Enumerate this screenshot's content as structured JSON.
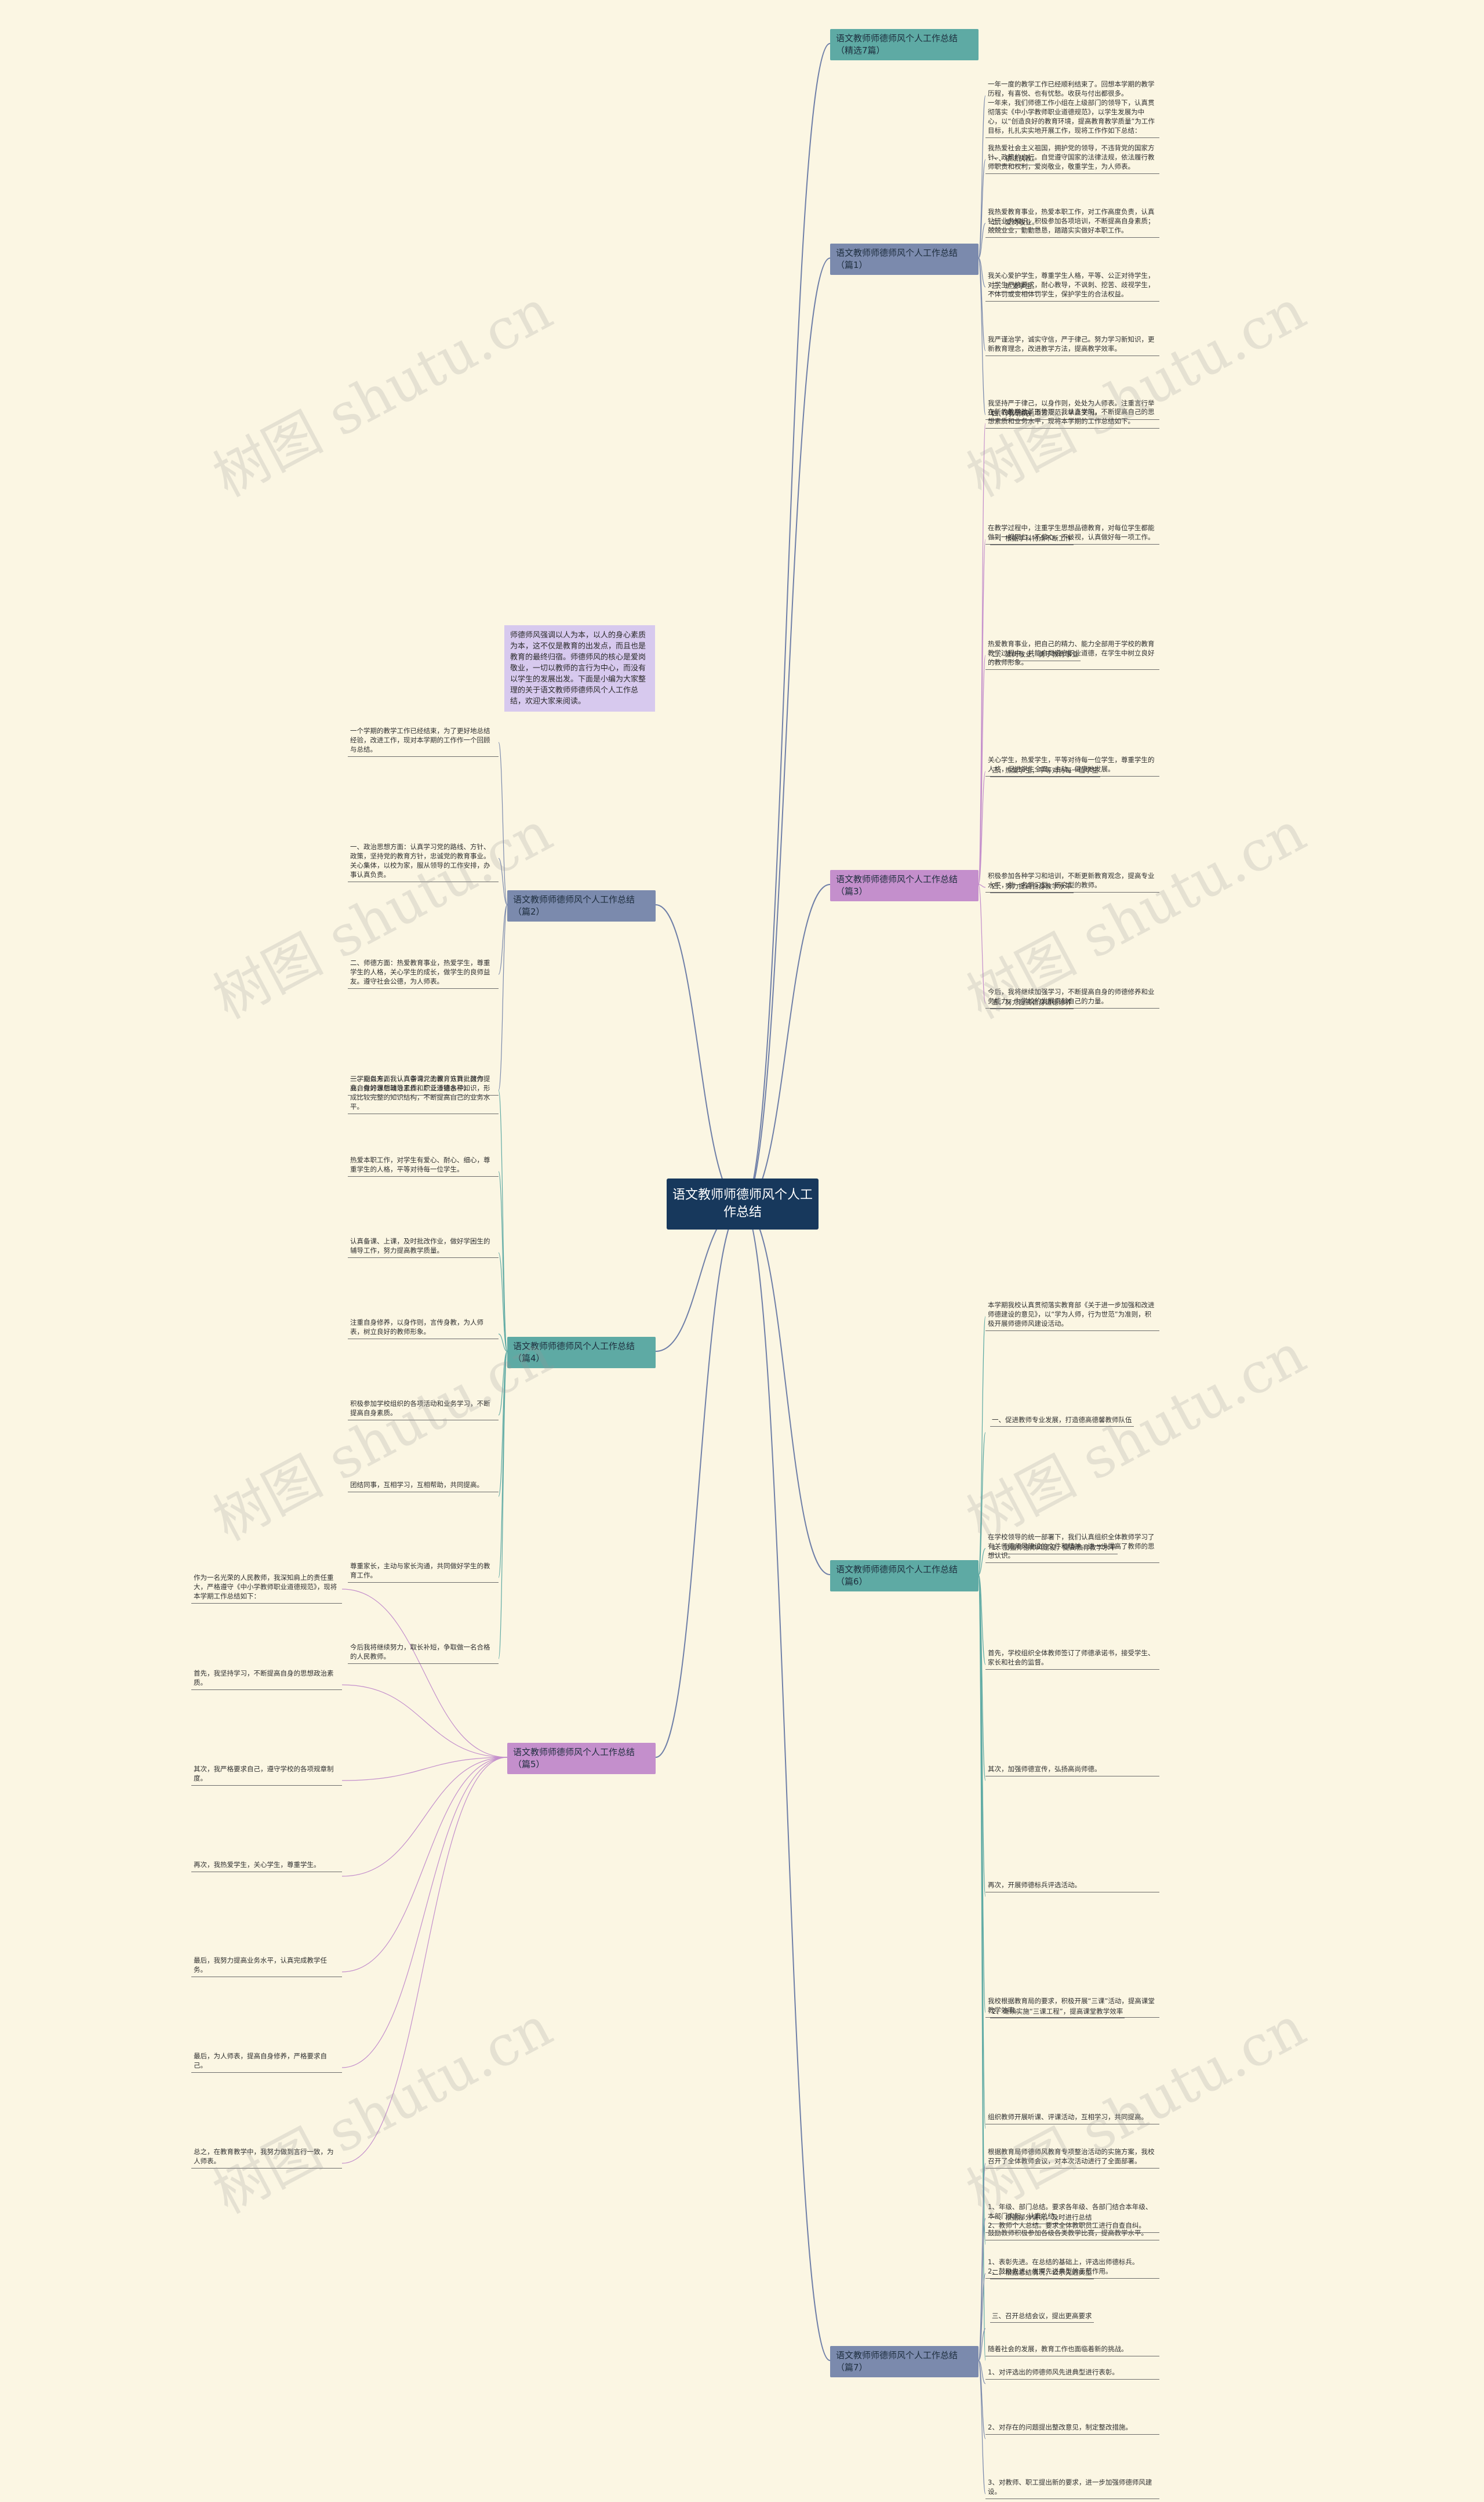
{
  "root": "语文教师师德师风个人工作总结",
  "watermark": "树图 shutu.cn",
  "colors": {
    "teal": "#5eaaa4",
    "slate": "#7b8aad",
    "purple": "#c48fcc",
    "link": "#6f7fa8",
    "root": "#17385c",
    "intro": "#d7c9ee"
  },
  "branches": [
    {
      "title": "语文教师师德师风个人工作总结（精选7篇）"
    },
    {
      "title": "语文教师师德师风个人工作总结（篇1）",
      "items": [
        {
          "label": "",
          "text": "一年一度的教学工作已经顺利结束了。回想本学期的教学历程，有喜悦、也有忧愁。收获与付出都很多。\n一年来，我们师德工作小组在上级部门的领导下，认真贯彻落实《中小学教师职业道德规范》，以学生发展为中心，以“创造良好的教育环境，提高教育教学质量”为工作目标，扎扎实实地开展工作，现将工作作如下总结："
        },
        {
          "label": "一、依法执教。",
          "text": "我热爱社会主义祖国，拥护党的领导，不违背党的国家方针、政策的言行。自觉遵守国家的法律法规，依法履行教师职责和权利，爱岗敬业，敬重学生，为人师表。"
        },
        {
          "label": "二、爱岗敬业。",
          "text": "我热爱教育事业，热爱本职工作，对工作高度负责，认真钻研业务知识，积极参加各项培训，不断提高自身素质；兢兢业业，勤勤恳恳，踏踏实实做好本职工作。"
        },
        {
          "label": "三、热爱学生。",
          "text": "我关心爱护学生，尊重学生人格，平等、公正对待学生，对学生严格要求，耐心教导，不讽刺、挖苦、歧视学生，不体罚或变相体罚学生，保护学生的合法权益。"
        },
        {
          "label": "",
          "text": "我严谨治学，诚实守信，严于律己。努力学习新知识，更新教育理念，改进教学方法，提高教学效率。"
        },
        {
          "label": "四、为人师表。",
          "text": "我坚持严于律己，以身作则，处处为人师表。注重言行举止，衣着整洁，语言规范，举止文明。"
        }
      ]
    },
    {
      "title": "语文教师师德师风个人工作总结（篇2）",
      "items": [
        {
          "label": "",
          "text": "一个学期的教学工作已经结束，为了更好地总结经验，改进工作，现对本学期的工作作一个回顾与总结。"
        },
        {
          "label": "",
          "text": "一、政治思想方面：认真学习党的路线、方针、政策，坚持党的教育方针，忠诚党的教育事业。关心集体，以校为家，服从领导的工作安排，办事认真负责。"
        },
        {
          "label": "",
          "text": "二、师德方面：热爱教育事业，热爱学生，尊重学生的人格，关心学生的成长，做学生的良师益友。遵守社会公德，为人师表。"
        },
        {
          "label": "",
          "text": "三、业务方面：认真备课、上课，认真批改作业，做好课后辅导工作，广泛涉猎各种知识，形成比较完整的知识结构，不断提高自己的业务水平。"
        }
      ]
    },
    {
      "title": "语文教师师德师风个人工作总结（篇3）",
      "items": [
        {
          "label": "",
          "text": "在新的教学改革形势下，我认真学习，不断提高自己的思想素质和业务水平，现将本学期的工作总结如下。"
        },
        {
          "label": "一、根据学科特点不断工作",
          "text": "在教学过程中，注重学生思想品德教育，对每位学生都能做到一视同仁，不偏心，不歧视，认真做好每一项工作。"
        },
        {
          "label": "二、爱岗敬业，勇于教育事业",
          "text": "热爱教育事业，把自己的精力、能力全部用于学校的教育教学过程中，并能自觉遵守职业道德，在学生中树立良好的教师形象。"
        },
        {
          "label": "三、热爱学生，平等对待每一位学生",
          "text": "关心学生，热爱学生，平等对待每一位学生，尊重学生的人格，促进学生全面、主动、健康地发展。"
        },
        {
          "label": "四、努力提高自身教学水平",
          "text": "积极参加各种学习和培训，不断更新教育观念，提高专业水平，做一名学习型、研究型的教师。"
        },
        {
          "label": "五、努力提高自身道德修养",
          "text": "今后，我将继续加强学习，不断提高自身的师德修养和业务能力，为学校的发展贡献自己的力量。"
        }
      ]
    },
    {
      "title": "语文教师师德师风个人工作总结（篇4）",
      "items": [
        {
          "label": "",
          "text": "一学期以来，我认真学习党的教育方针，努力提高自身的思想政治素质和职业道德水平。"
        },
        {
          "label": "",
          "text": "热爱本职工作，对学生有爱心、耐心、细心，尊重学生的人格，平等对待每一位学生。"
        },
        {
          "label": "",
          "text": "认真备课、上课，及时批改作业，做好学困生的辅导工作，努力提高教学质量。"
        },
        {
          "label": "",
          "text": "注重自身修养，以身作则，言传身教，为人师表，树立良好的教师形象。"
        },
        {
          "label": "",
          "text": "积极参加学校组织的各项活动和业务学习，不断提高自身素质。"
        },
        {
          "label": "",
          "text": "团结同事，互相学习，互相帮助，共同提高。"
        },
        {
          "label": "",
          "text": "尊重家长，主动与家长沟通，共同做好学生的教育工作。"
        },
        {
          "label": "",
          "text": "今后我将继续努力，取长补短，争取做一名合格的人民教师。"
        }
      ]
    },
    {
      "title": "语文教师师德师风个人工作总结（篇5）",
      "items": [
        {
          "label": "",
          "text": "作为一名光荣的人民教师，我深知肩上的责任重大，严格遵守《中小学教师职业道德规范》，现将本学期工作总结如下："
        },
        {
          "label": "",
          "text": "首先，我坚持学习，不断提高自身的思想政治素质。"
        },
        {
          "label": "",
          "text": "其次，我严格要求自己，遵守学校的各项规章制度。"
        },
        {
          "label": "",
          "text": "再次，我热爱学生，关心学生，尊重学生。"
        },
        {
          "label": "",
          "text": "最后，我努力提高业务水平，认真完成教学任务。"
        },
        {
          "label": "",
          "text": "最后，为人师表，提高自身修养，严格要求自己。"
        },
        {
          "label": "",
          "text": "总之，在教育教学中，我努力做到言行一致，为人师表。"
        }
      ]
    },
    {
      "title": "语文教师师德师风个人工作总结（篇6）",
      "items": [
        {
          "label": "",
          "text": "本学期我校认真贯彻落实教育部《关于进一步加强和改进师德建设的意见》，以“学为人师，行为世范”为准则，积极开展师德师风建设活动。"
        },
        {
          "label": "一、促进教师专业发展，打造德高德馨教师队伍",
          "text": ""
        },
        {
          "label": "1、加强师德师风建设，提高教育教学水平",
          "text": "在学校领导的统一部署下，我们认真组织全体教师学习了有关师德师风建设的文件和精神，进一步提高了教师的思想认识。"
        },
        {
          "label": "",
          "text": "首先，学校组织全体教师签订了师德承诺书，接受学生、家长和社会的监督。"
        },
        {
          "label": "",
          "text": "其次，加强师德宣传，弘扬高尚师德。"
        },
        {
          "label": "",
          "text": "再次，开展师德标兵评选活动。"
        },
        {
          "label": "2、继续实施“三课工程”，提高课堂教学效率",
          "text": "我校根据教育局的要求，积极开展“三课”活动，提高课堂教学效率。"
        },
        {
          "label": "",
          "text": "组织教师开展听课、评课活动，互相学习，共同提高。"
        },
        {
          "label": "",
          "text": "鼓励教师积极参加各级各类教学比赛，提高教学水平。"
        },
        {
          "label": "",
          "text": "随着社会的发展，教育工作也面临着新的挑战。"
        }
      ]
    },
    {
      "title": "语文教师师德师风个人工作总结（篇7）",
      "items": [
        {
          "label": "",
          "text": "根据教育局师德师风教育专项整治活动的实施方案，我校召开了全体教师会议，对本次活动进行了全面部署。"
        },
        {
          "label": "一、根据部分情况，及时进行总结",
          "text": "1、年级、部门总结。要求各年级、各部门结合本年级、本部门实际，认真总结。\n2、教师个人总结。要求全体教职员工进行自查自纠。"
        },
        {
          "label": "二、根据总结情况，公示先进典型",
          "text": "1、表彰先进。在总结的基础上，评选出师德标兵。\n2、鼓励先进，发挥先进典型的示范作用。"
        },
        {
          "label": "三、召开总结会议，提出更高要求",
          "text": ""
        },
        {
          "label": "",
          "text": "1、对评选出的师德师风先进典型进行表彰。"
        },
        {
          "label": "",
          "text": "2、对存在的问题提出整改意见，制定整改措施。"
        },
        {
          "label": "",
          "text": "3、对教师、职工提出新的要求，进一步加强师德师风建设。"
        }
      ]
    }
  ],
  "intro": "师德师风强调以人为本，以人的身心素质为本，这不仅是教育的出发点，而且也是教育的最终归宿。师德师风的核心是爱岗敬业，一切以教师的言行为中心，而没有以学生的发展出发。下面是小编为大家整理的关于语文教师师德师风个人工作总结，欢迎大家来阅读。"
}
